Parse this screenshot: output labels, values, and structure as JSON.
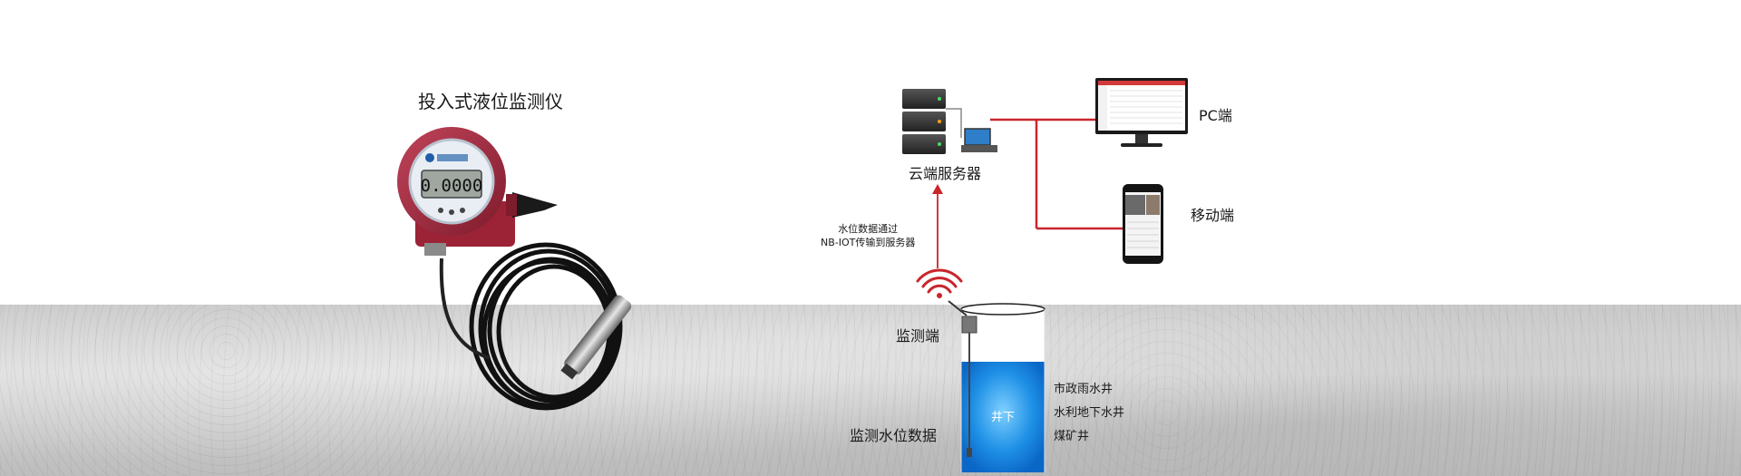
{
  "device": {
    "title": "投入式液位监测仪",
    "display_value": "0.0000"
  },
  "server": {
    "label": "云端服务器"
  },
  "pc": {
    "label": "PC端"
  },
  "mobile": {
    "label": "移动端"
  },
  "transmission": {
    "line1": "水位数据通过",
    "line2": "NB-IOT传输到服务器"
  },
  "monitor_end": {
    "label": "监测端"
  },
  "well": {
    "underground_label": "井下"
  },
  "water_level_data": {
    "label": "监测水位数据"
  },
  "well_types": [
    "市政雨水井",
    "水利地下水井",
    "煤矿井"
  ],
  "colors": {
    "connection_red": "#c8262b",
    "water_blue": "#1e90e6",
    "device_red": "#a8273a",
    "ground_gray": "#cccccc"
  }
}
